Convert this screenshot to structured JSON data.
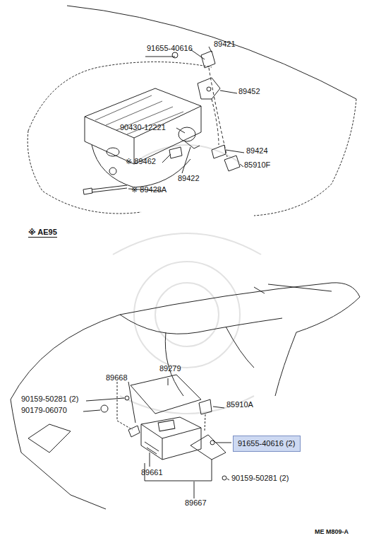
{
  "diagram": {
    "nodes": [
      {
        "text": [
          "91655-40616 (2)"
        ]
      }
    ],
    "labels": [
      "91655-40616",
      "89421",
      "89452",
      "90430-12221",
      "89424",
      "※ 89462",
      "89422",
      "85910F",
      "※ 89428A",
      "※ AE95",
      "89668",
      "89279",
      "90159-50281 (2)",
      "90179-06070",
      "85910A",
      "90159-50281 (2)",
      "89661",
      "89667",
      "ME M809-A"
    ]
  }
}
